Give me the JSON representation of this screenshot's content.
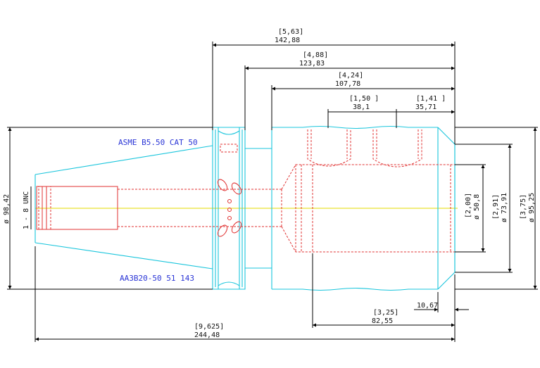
{
  "notes": {
    "standard": "ASME B5.50 CAT 50",
    "part_number": "AA3B20-50 51 143"
  },
  "dimensions": {
    "d1_in": "[5,63]",
    "d1_mm": "142,88",
    "d2_in": "[4,88]",
    "d2_mm": "123,83",
    "d3_in": "[4,24]",
    "d3_mm": "107,78",
    "d4_in": "[1,50 ]",
    "d4_mm": "38,1",
    "d5_in": "[1,41 ]",
    "d5_mm": "35,71",
    "overall_in": "[9,625]",
    "overall_mm": "244,48",
    "bore_len_in": "[3,25]",
    "bore_len_mm": "82,55",
    "offset": "10,67",
    "flange_dia": "ø 98,42",
    "thread": "1 - 8 UNC",
    "bore_in": "[2,00]",
    "bore_mm": "ø 50,8",
    "hub_in": "[2,91]",
    "hub_mm": "ø 73,91",
    "body_in": "[3,75]",
    "body_mm": "ø 95,25"
  }
}
